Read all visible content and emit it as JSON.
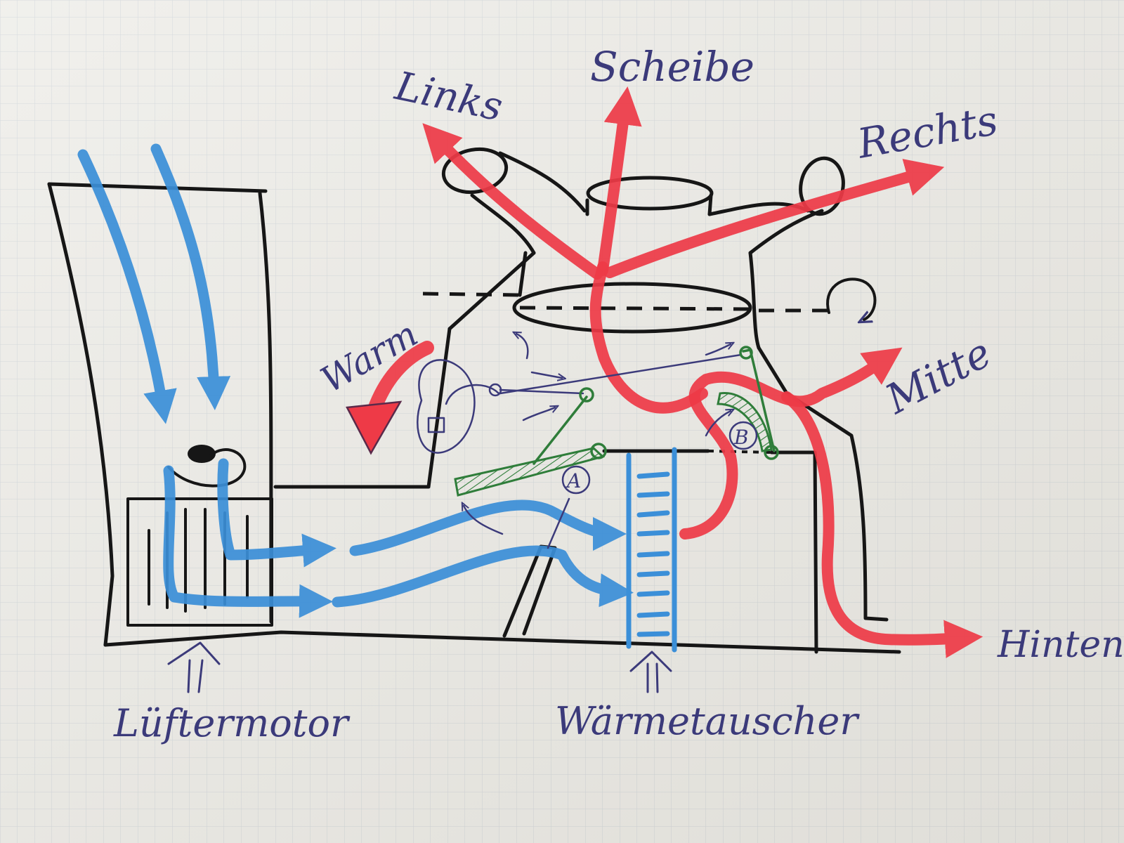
{
  "labels": {
    "links": "Links",
    "scheibe": "Scheibe",
    "rechts": "Rechts",
    "mitte": "Mitte",
    "hinten": "Hinten",
    "warm": "Warm",
    "luftermotor": "Lüftermotor",
    "waermetauscher": "Wärmetauscher",
    "flap_a": "A",
    "flap_b": "B"
  },
  "colors": {
    "ink": "#161616",
    "handwriting": "#3b3a7a",
    "cold_air": "#3b8fd8",
    "warm_air": "#ee3a47",
    "mechanism": "#2f7d3a",
    "paper": "#ecebe6",
    "grid": "#c9cfd4"
  }
}
